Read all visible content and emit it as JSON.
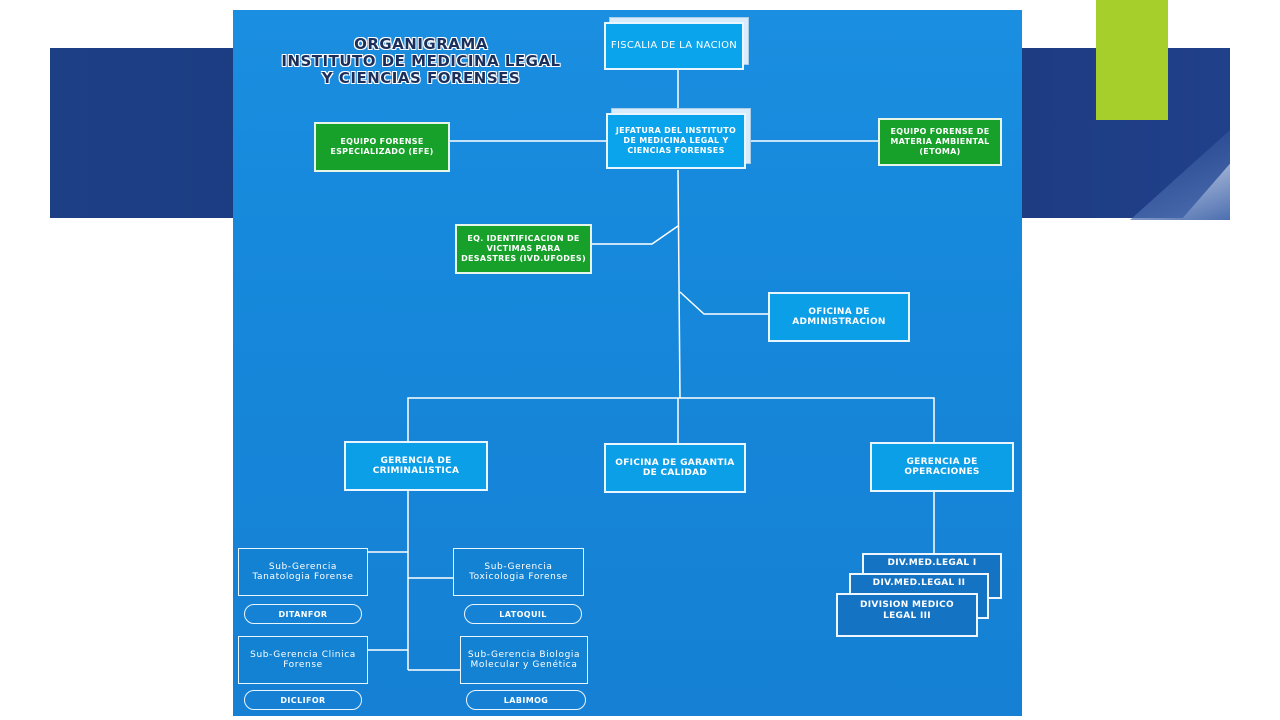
{
  "title": {
    "line1": "ORGANIGRAMA",
    "line2": "INSTITUTO DE MEDICINA LEGAL",
    "line3": "Y CIENCIAS FORENSES"
  },
  "nodes": {
    "fiscalia": "FISCALIA DE LA NACION",
    "jefatura": "JEFATURA DEL INSTITUTO DE MEDICINA LEGAL Y CIENCIAS FORENSES",
    "efe": "EQUIPO FORENSE ESPECIALIZADO (EFE)",
    "etoma": "EQUIPO FORENSE DE MATERIA AMBIENTAL (ETOMA)",
    "ivd": "EQ. IDENTIFICACION DE VICTIMAS PARA DESASTRES (IVD.UFODES)",
    "administracion": "OFICINA DE ADMINISTRACION",
    "criminalistica": "GERENCIA DE CRIMINALISTICA",
    "calidad": "OFICINA DE GARANTIA DE CALIDAD",
    "operaciones": "GERENCIA DE OPERACIONES",
    "tanatologia": "Sub-Gerencia Tanatologia Forense",
    "toxicologia": "Sub-Gerencia Toxicologia Forense",
    "clinica": "Sub-Gerencia Clinica Forense",
    "biologia": "Sub-Gerencia Biologia Molecular y Genética",
    "ditanfor": "DITANFOR",
    "latoquil": "LATOQUIL",
    "diclifor": "DICLIFOR",
    "labimog": "LABIMOG",
    "div1": "DIV.MED.LEGAL I",
    "div2": "DIV.MED.LEGAL II",
    "div3": "DIVISION MEDICO LEGAL III"
  },
  "colors": {
    "panel": "#1687da",
    "band": "#1d3f86",
    "accent_green": "#a6cf2b",
    "green_box": "#17a12a",
    "blue_box": "#0aa4ec"
  }
}
